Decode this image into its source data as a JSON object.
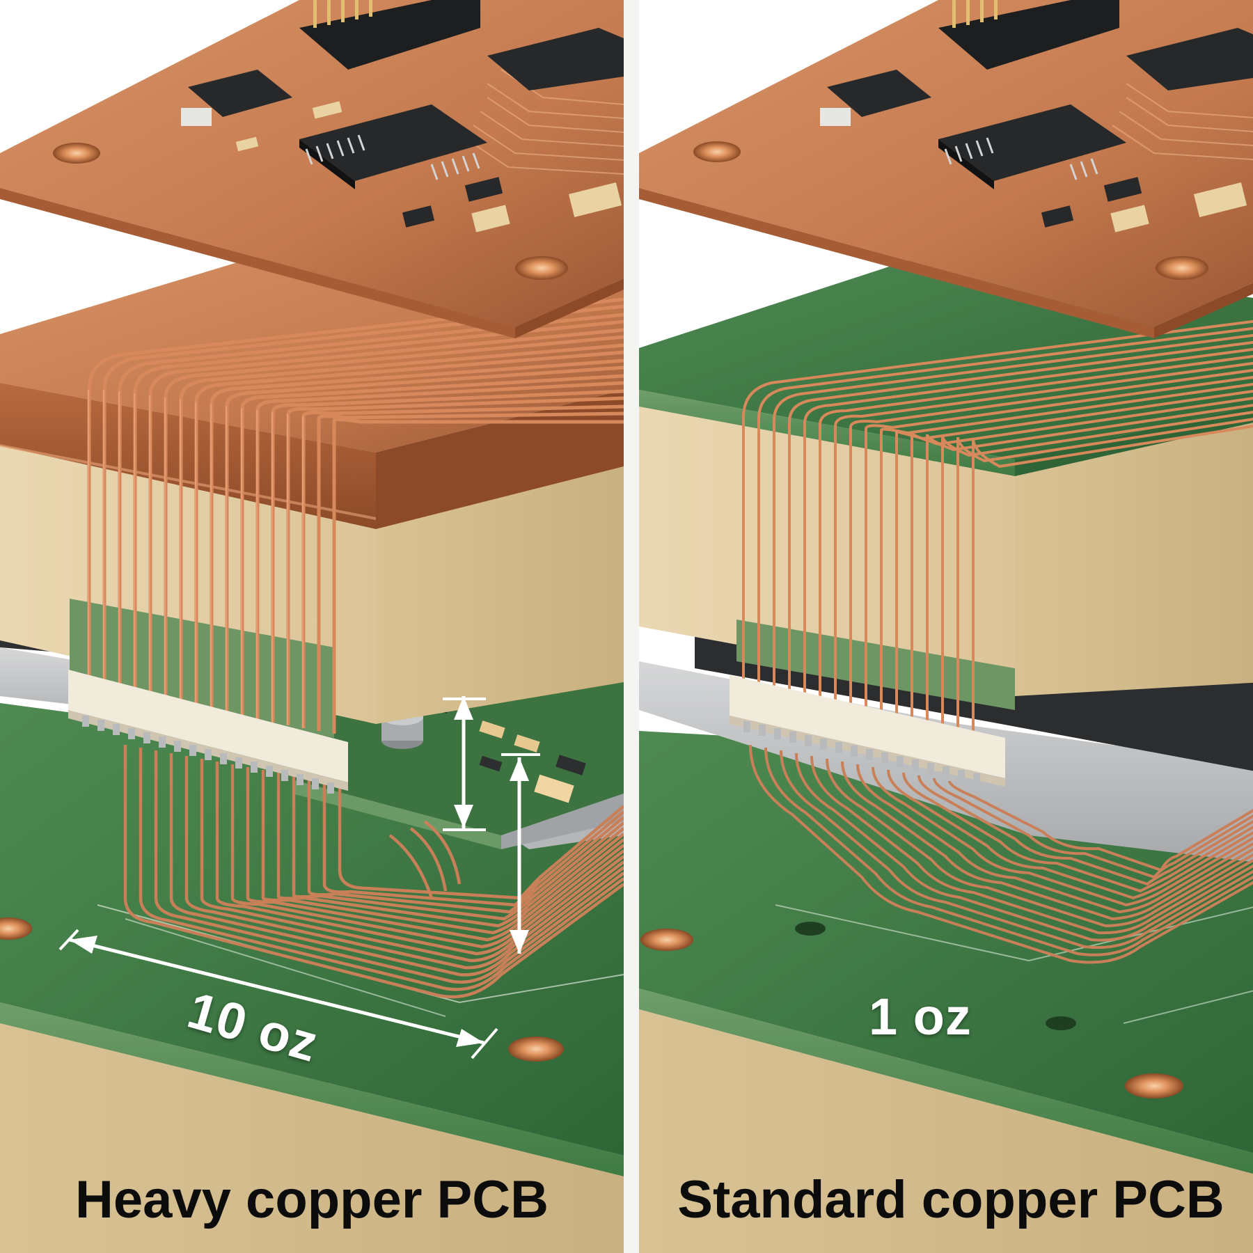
{
  "panels": {
    "heavy": {
      "amount": "10 oz",
      "caption": "Heavy copper PCB",
      "board_tag": "10 oz"
    },
    "standard": {
      "amount": "1 oz",
      "caption": "Standard copper PCB",
      "board_tag": "1 oz"
    }
  },
  "colors": {
    "copper_plate": "#c47a4e",
    "copper_wire": "#d8895c",
    "fr4_core": "#e8d4ac",
    "green_solder_mask": "#3f7a43",
    "connector_body": "#f1ebdc",
    "chip_black": "#26282a",
    "dimension_arrow": "#ffffff"
  }
}
